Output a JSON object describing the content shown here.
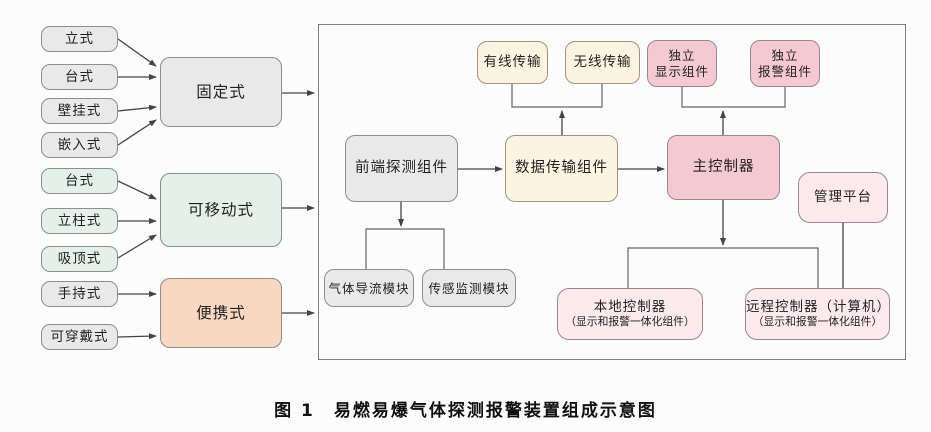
{
  "caption": "图 1　易燃易爆气体探测报警装置组成示意图",
  "colors": {
    "gray_fill": "#e9e9e9",
    "gray_border": "#8d8d8d",
    "mint_fill": "#e4f0ea",
    "peach_fill": "#f8d8c1",
    "cream_fill": "#fdf3e1",
    "warm_border": "#a3927e",
    "pink_fill": "#f5c9d2",
    "pink_border": "#9c858d",
    "rose_fill": "#fdeaee",
    "line": "#444444",
    "junction": "#666666",
    "text": "#222222",
    "canvas_bg": "#fcfcfc"
  },
  "groups": {
    "fixed": {
      "label": "固定式",
      "variants": [
        "立式",
        "台式",
        "壁挂式",
        "嵌入式"
      ]
    },
    "movable": {
      "label": "可移动式",
      "variants": [
        "台式",
        "立柱式",
        "吸顶式"
      ]
    },
    "portable": {
      "label": "便携式",
      "variants": [
        "手持式",
        "可穿戴式"
      ]
    }
  },
  "nodes": {
    "wired": "有线传输",
    "wireless": "无线传输",
    "indep_display": {
      "line1": "独立",
      "line2": "显示组件"
    },
    "indep_alarm": {
      "line1": "独立",
      "line2": "报警组件"
    },
    "front_detect": "前端探测组件",
    "data_trans": "数据传输组件",
    "main_ctrl": "主控制器",
    "mgmt_platform": "管理平台",
    "gas_module": "气体导流模块",
    "sensor_module": "传感监测模块",
    "local_ctrl": {
      "line1": "本地控制器",
      "line2": "（显示和报警一体化组件）"
    },
    "remote_ctrl": {
      "line1": "远程控制器（计算机）",
      "line2": "（显示和报警一体化组件）"
    }
  }
}
